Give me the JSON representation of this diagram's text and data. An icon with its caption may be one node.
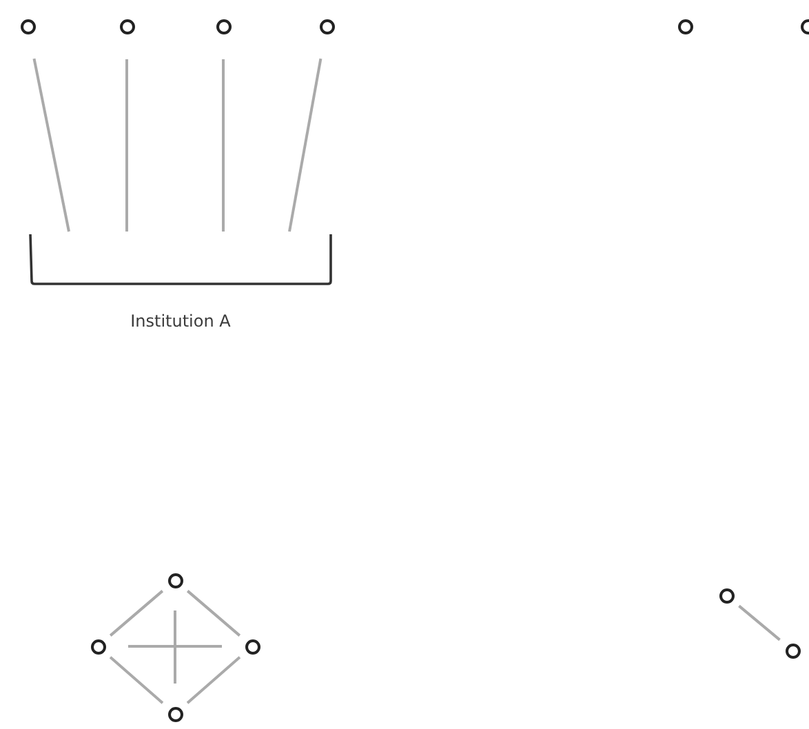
{
  "diagram": {
    "nodes": [
      {
        "text": [],
        "shape": "circle"
      },
      {
        "text": [],
        "shape": "circle"
      },
      {
        "text": [],
        "shape": "circle"
      },
      {
        "text": [],
        "shape": "circle"
      },
      {
        "text": [
          "Institution A"
        ]
      },
      {
        "text": [],
        "shape": "circle"
      },
      {
        "text": [],
        "shape": "circle"
      },
      {
        "text": [],
        "shape": "circle"
      },
      {
        "text": [],
        "shape": "circle"
      },
      {
        "text": [],
        "shape": "circle"
      },
      {
        "text": [],
        "shape": "circle"
      },
      {
        "text": [],
        "shape": "circle"
      },
      {
        "text": [],
        "shape": "circle"
      }
    ],
    "edges": [
      {
        "from": 0,
        "to": 4,
        "arrow": "none"
      },
      {
        "from": 1,
        "to": 4,
        "arrow": "none"
      },
      {
        "from": 2,
        "to": 4,
        "arrow": "none"
      },
      {
        "from": 3,
        "to": 4,
        "arrow": "none"
      },
      {
        "from": 7,
        "to": 8,
        "arrow": "none"
      },
      {
        "from": 7,
        "to": 9,
        "arrow": "none"
      },
      {
        "from": 7,
        "to": 10,
        "arrow": "none"
      },
      {
        "from": 8,
        "to": 9,
        "arrow": "none"
      },
      {
        "from": 8,
        "to": 10,
        "arrow": "none"
      },
      {
        "from": 9,
        "to": 10,
        "arrow": "none"
      },
      {
        "from": 11,
        "to": 12,
        "arrow": "none"
      }
    ]
  }
}
